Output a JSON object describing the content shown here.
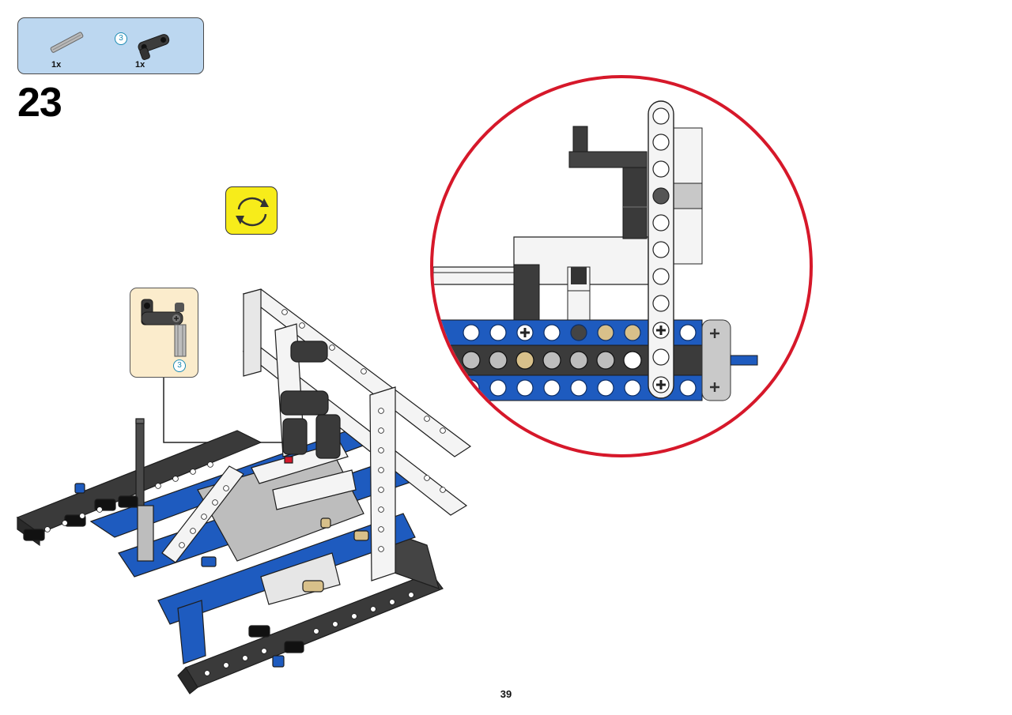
{
  "parts_list": {
    "items": [
      {
        "name": "axle-3-icon",
        "quantity": "1x",
        "badge": "3"
      },
      {
        "name": "angled-connector-icon",
        "quantity": "1x"
      }
    ]
  },
  "step": {
    "number": "23"
  },
  "callout": {
    "badge": "3"
  },
  "page": {
    "number": "39"
  },
  "colors": {
    "parts_bg": "#bcd7f0",
    "rotate_bg": "#f7ec1a",
    "callout_bg": "#fbeccc",
    "magnify_ring": "#d6182a",
    "beam_blue": "#1e5bbf",
    "beam_dark": "#3b3b3b",
    "beam_white": "#f4f4f4"
  }
}
